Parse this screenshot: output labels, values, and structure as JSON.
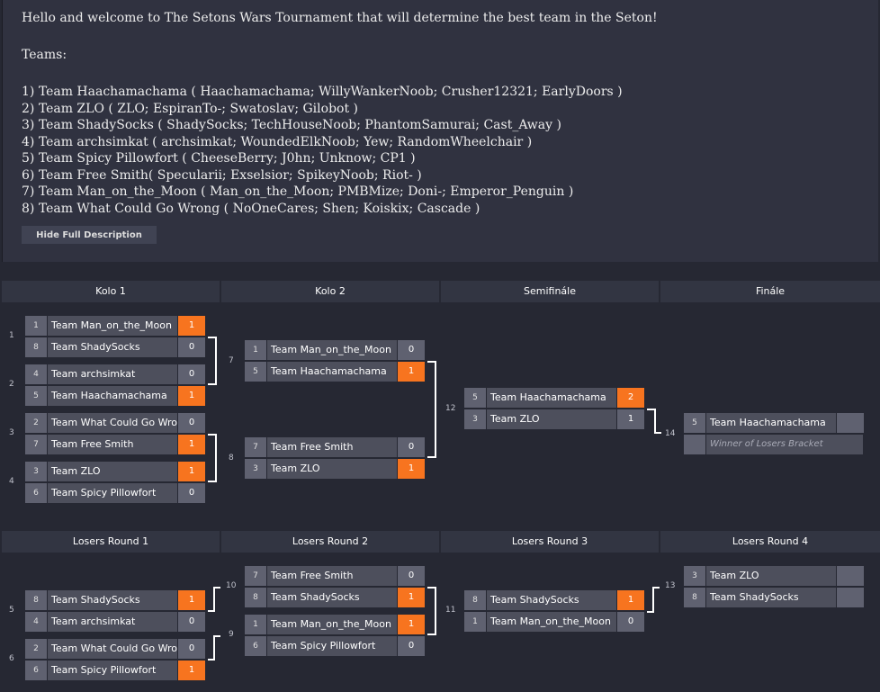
{
  "description": {
    "welcome": "Hello and welcome to The Setons Wars Tournament that will determine the best team in the Seton!",
    "teams_heading": "Teams:",
    "lines": [
      "1) Team Haachamachama ( Haachamachama; WillyWankerNoob; Crusher12321; EarlyDoors )",
      "2)  Team ZLO ( ZLO; EspiranTo-; Swatoslav; Gilobot )",
      "3)  Team ShadySocks ( ShadySocks; TechHouseNoob; PhantomSamurai; Cast_Away )",
      "4)  Team archsimkat ( archsimkat; WoundedElkNoob; Yew; RandomWheelchair )",
      "5)  Team Spicy Pillowfort ( CheeseBerry; J0hn; Unknow; CP1 )",
      "6)  Team Free Smith( Specularii; Exselsior; SpikeyNoob; Riot- )",
      "7)  Team Man_on_the_Moon ( Man_on_the_Moon; PMBMize; Doni-; Emperor_Penguin )",
      "8)  Team What Could Go Wrong ( NoOneCares; Shen; Koiskix; Cascade )"
    ],
    "toggle_label": "Hide Full Description"
  },
  "winners_rounds": [
    "Kolo 1",
    "Kolo 2",
    "Semifinále",
    "Finále"
  ],
  "losers_rounds": [
    "Losers Round 1",
    "Losers Round 2",
    "Losers Round 3",
    "Losers Round 4"
  ],
  "row_labels": [
    "1",
    "2",
    "3",
    "4",
    "5",
    "6"
  ],
  "matches": [
    {
      "number": "7",
      "top": {
        "seed": "1",
        "team": "Team Man_on_the_Moon",
        "score": "0"
      },
      "bottom": {
        "seed": "5",
        "team": "Team Haachamachama",
        "score": "1"
      }
    },
    {
      "number": "8",
      "top": {
        "seed": "7",
        "team": "Team Free Smith",
        "score": "0"
      },
      "bottom": {
        "seed": "3",
        "team": "Team ZLO",
        "score": "1"
      }
    },
    {
      "number": "12",
      "top": {
        "seed": "5",
        "team": "Team Haachamachama",
        "score": "2"
      },
      "bottom": {
        "seed": "3",
        "team": "Team ZLO",
        "score": "1"
      }
    },
    {
      "number": "14",
      "top": {
        "seed": "5",
        "team": "Team Haachamachama",
        "score": ""
      },
      "bottom": {
        "seed": "",
        "team": "Winner of Losers Bracket",
        "score": ""
      }
    },
    {
      "number": "10",
      "top": {
        "seed": "7",
        "team": "Team Free Smith",
        "score": "0"
      },
      "bottom": {
        "seed": "8",
        "team": "Team ShadySocks",
        "score": "1"
      }
    },
    {
      "number": "9",
      "top": {
        "seed": "1",
        "team": "Team Man_on_the_Moon",
        "score": "1"
      },
      "bottom": {
        "seed": "6",
        "team": "Team Spicy Pillowfort",
        "score": "0"
      }
    },
    {
      "number": "11",
      "top": {
        "seed": "8",
        "team": "Team ShadySocks",
        "score": "1"
      },
      "bottom": {
        "seed": "1",
        "team": "Team Man_on_the_Moon",
        "score": "0"
      }
    },
    {
      "number": "13",
      "top": {
        "seed": "3",
        "team": "Team ZLO",
        "score": ""
      },
      "bottom": {
        "seed": "8",
        "team": "Team ShadySocks",
        "score": ""
      }
    },
    {
      "number": "",
      "top": {
        "seed": "1",
        "team": "Team Man_on_the_Moon",
        "score": "1"
      },
      "bottom": {
        "seed": "8",
        "team": "Team ShadySocks",
        "score": "0"
      }
    },
    {
      "number": "",
      "top": {
        "seed": "4",
        "team": "Team archsimkat",
        "score": "0"
      },
      "bottom": {
        "seed": "5",
        "team": "Team Haachamachama",
        "score": "1"
      }
    },
    {
      "number": "",
      "top": {
        "seed": "2",
        "team": "Team What Could Go Wrong",
        "score": "0"
      },
      "bottom": {
        "seed": "7",
        "team": "Team Free Smith",
        "score": "1"
      }
    },
    {
      "number": "",
      "top": {
        "seed": "3",
        "team": "Team ZLO",
        "score": "1"
      },
      "bottom": {
        "seed": "6",
        "team": "Team Spicy Pillowfort",
        "score": "0"
      }
    },
    {
      "number": "",
      "top": {
        "seed": "8",
        "team": "Team ShadySocks",
        "score": "1"
      },
      "bottom": {
        "seed": "4",
        "team": "Team archsimkat",
        "score": "0"
      }
    },
    {
      "number": "",
      "top": {
        "seed": "2",
        "team": "Team What Could Go Wrong",
        "score": "0"
      },
      "bottom": {
        "seed": "6",
        "team": "Team Spicy Pillowfort",
        "score": "1"
      }
    }
  ]
}
